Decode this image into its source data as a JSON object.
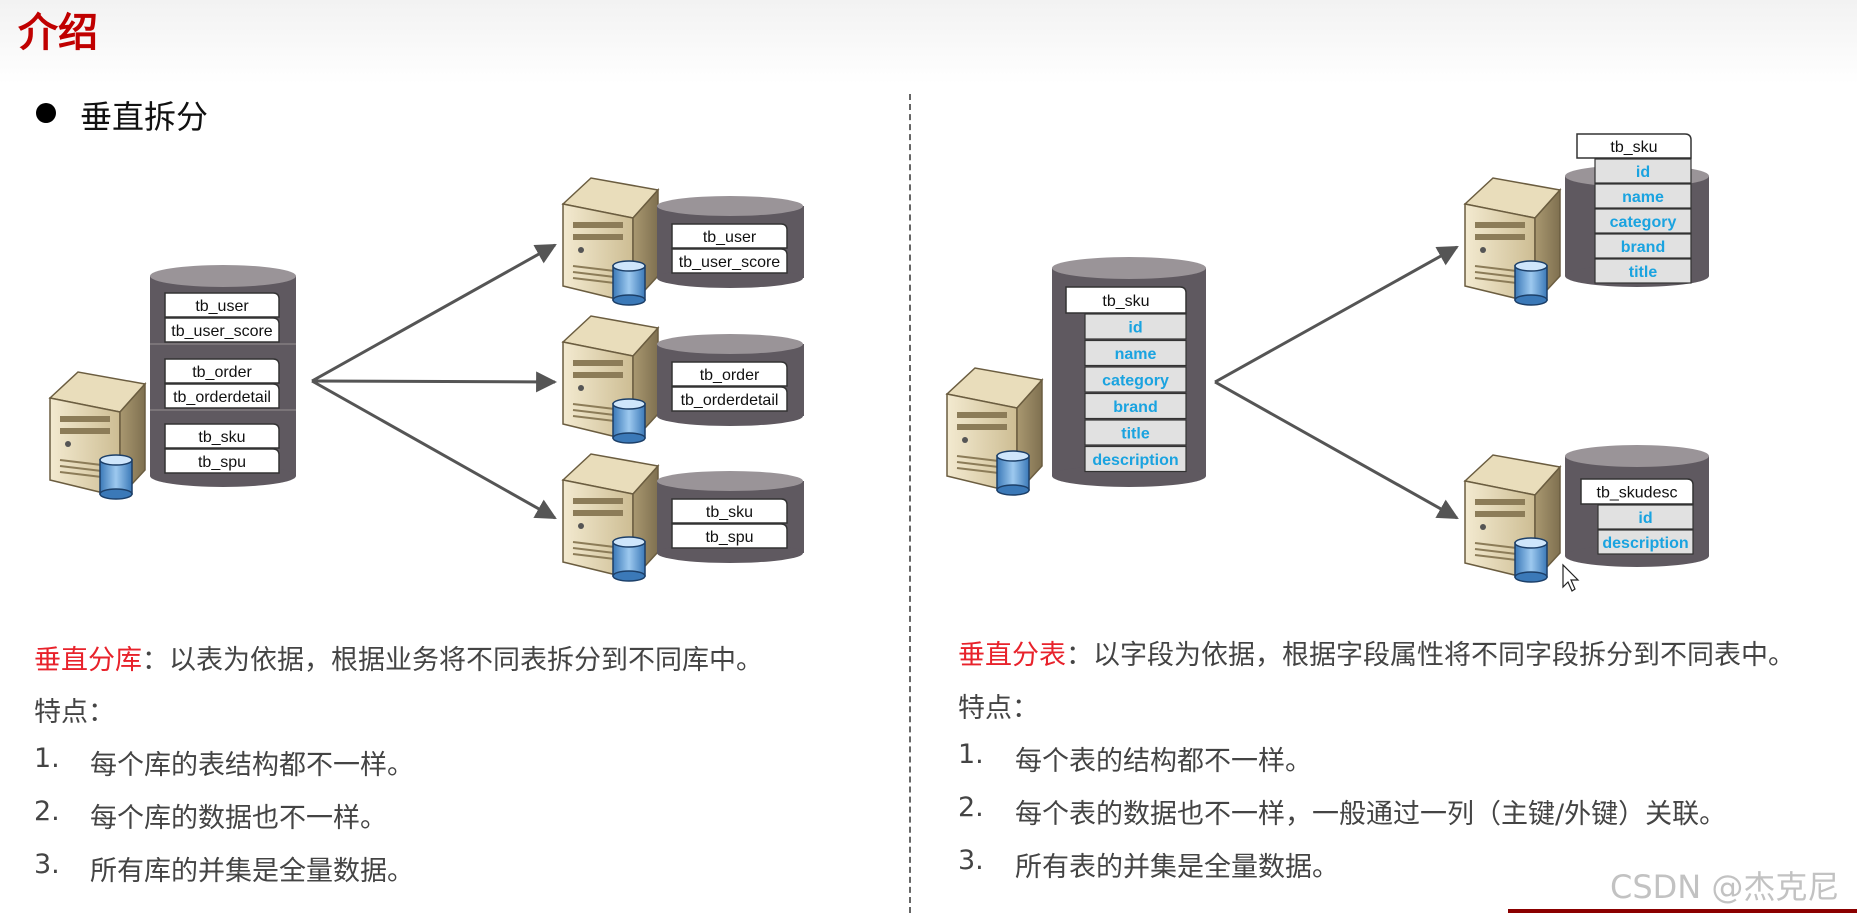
{
  "header": {
    "title": "介绍"
  },
  "section": {
    "bullet": "垂直拆分"
  },
  "left": {
    "source_tables": [
      "tb_user",
      "tb_user_score",
      "tb_order",
      "tb_orderdetail",
      "tb_sku",
      "tb_spu"
    ],
    "targets": [
      [
        "tb_user",
        "tb_user_score"
      ],
      [
        "tb_order",
        "tb_orderdetail"
      ],
      [
        "tb_sku",
        "tb_spu"
      ]
    ],
    "term": "垂直分库",
    "desc": "：以表为依据，根据业务将不同表拆分到不同库中。",
    "features_label": "特点：",
    "items": [
      {
        "num": "1.",
        "text": "每个库的表结构都不一样。"
      },
      {
        "num": "2.",
        "text": "每个库的数据也不一样。"
      },
      {
        "num": "3.",
        "text": "所有库的并集是全量数据。"
      }
    ]
  },
  "right": {
    "source_table": "tb_sku",
    "source_fields": [
      "id",
      "name",
      "category",
      "brand",
      "title",
      "description"
    ],
    "target1_table": "tb_sku",
    "target1_fields": [
      "id",
      "name",
      "category",
      "brand",
      "title"
    ],
    "target2_table": "tb_skudesc",
    "target2_fields": [
      "id",
      "description"
    ],
    "term": "垂直分表",
    "desc": "：以字段为依据，根据字段属性将不同字段拆分到不同表中。",
    "features_label": "特点：",
    "items": [
      {
        "num": "1.",
        "text": "每个表的结构都不一样。"
      },
      {
        "num": "2.",
        "text": "每个表的数据也不一样，一般通过一列（主键/外键）关联。"
      },
      {
        "num": "3.",
        "text": "所有表的并集是全量数据。"
      }
    ]
  },
  "watermark": "CSDN @杰克尼",
  "colors": {
    "accent": "#c00000",
    "highlight": "#e8222b",
    "field_text": "#1aa3e0",
    "cylinder": "#5f5960"
  }
}
